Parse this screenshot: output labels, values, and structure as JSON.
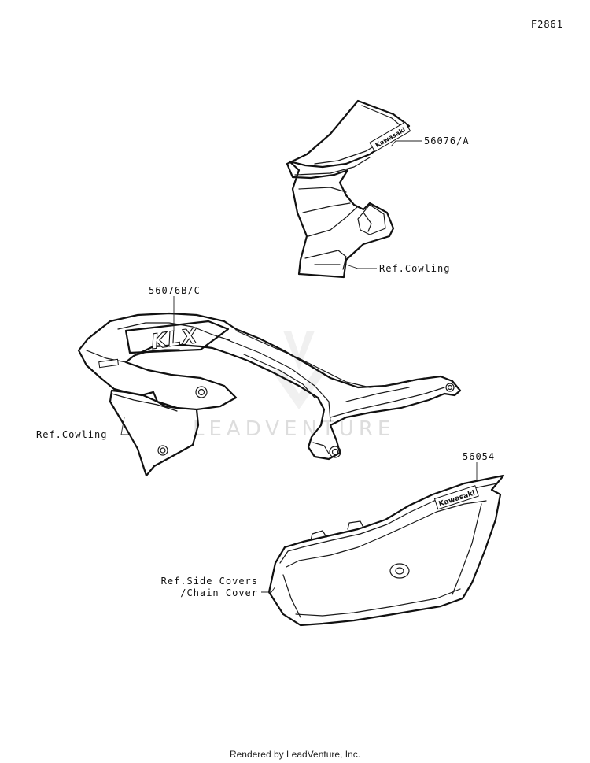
{
  "figure_code": "F2861",
  "labels": {
    "part_56076a": "56076/A",
    "ref_cowling_top": "Ref.Cowling",
    "part_56076bc": "56076B/C",
    "ref_cowling_left": "Ref.Cowling",
    "part_56054": "56054",
    "ref_side_covers": "Ref.Side Covers",
    "ref_chain_cover": "/Chain Cover"
  },
  "decal_text": {
    "kawasaki_top": "Kawasaki",
    "klx": "KLX",
    "kawasaki_side": "Kawasaki"
  },
  "watermark": "LEADVENTURE",
  "footer": "Rendered by LeadVenture, Inc."
}
